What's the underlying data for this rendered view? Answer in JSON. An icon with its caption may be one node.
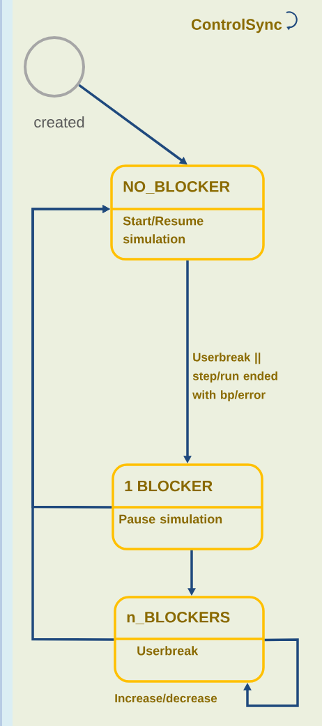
{
  "diagram": {
    "title": "ControlSync",
    "nodes": [
      {
        "text": [],
        "shape": "circle",
        "beside": [
          "created"
        ]
      },
      {
        "text": [
          "NO_BLOCKER",
          "Start/Resume simulation"
        ]
      },
      {
        "text": [
          "1 BLOCKER",
          "Pause simulation"
        ]
      },
      {
        "text": [
          "n_BLOCKERS",
          "Userbreak"
        ]
      }
    ],
    "edges": [
      {
        "from": 0,
        "to": 1,
        "arrow": "to"
      },
      {
        "from": 1,
        "to": 2,
        "arrow": "to",
        "label": "Userbreak || step/run ended with bp/error"
      },
      {
        "from": 2,
        "to": 3,
        "arrow": "to"
      },
      {
        "from": 2,
        "to": 1,
        "arrow": "to"
      },
      {
        "from": 3,
        "to": 1,
        "arrow": "to"
      },
      {
        "from": 3,
        "to": 3,
        "arrow": "to",
        "label": "Increase/decrease"
      }
    ]
  }
}
